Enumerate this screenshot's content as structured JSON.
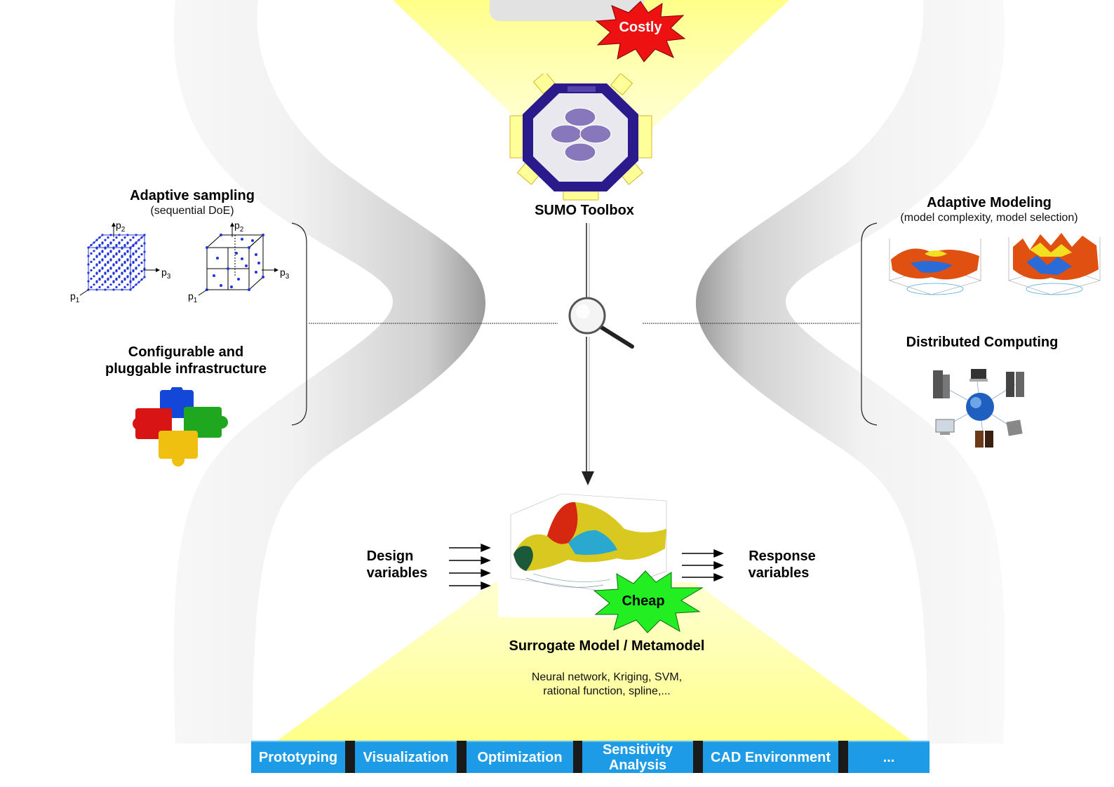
{
  "top": {
    "costly_label": "Costly",
    "sumo_label": "SUMO Toolbox"
  },
  "left": {
    "adaptive_sampling_title": "Adaptive sampling",
    "adaptive_sampling_sub": "(sequential DoE)",
    "axis_p1": "p1",
    "axis_p2": "p2",
    "axis_p3": "p3",
    "infra_title_line1": "Configurable and",
    "infra_title_line2": "pluggable infrastructure"
  },
  "right": {
    "adaptive_modeling_title": "Adaptive Modeling",
    "adaptive_modeling_sub": "(model complexity, model selection)",
    "distributed_title": "Distributed Computing"
  },
  "bottom": {
    "design_vars_line1": "Design",
    "design_vars_line2": "variables",
    "response_vars_line1": "Response",
    "response_vars_line2": "variables",
    "cheap_label": "Cheap",
    "surrogate_title": "Surrogate Model / Metamodel",
    "surrogate_sub_line1": "Neural network, Kriging, SVM,",
    "surrogate_sub_line2": "rational function, spline,..."
  },
  "applications": [
    {
      "label": "Prototyping"
    },
    {
      "label": "Visualization"
    },
    {
      "label": "Optimization"
    },
    {
      "label": "Sensitivity Analysis"
    },
    {
      "label": "CAD Environment"
    },
    {
      "label": "..."
    }
  ],
  "colors": {
    "bar_blue": "#1d9be6",
    "costly_red": "#ee1111",
    "cheap_green": "#22ee22",
    "spotlight_yellow": "#ffff99",
    "toolbox_purple": "#2a1a8c"
  }
}
